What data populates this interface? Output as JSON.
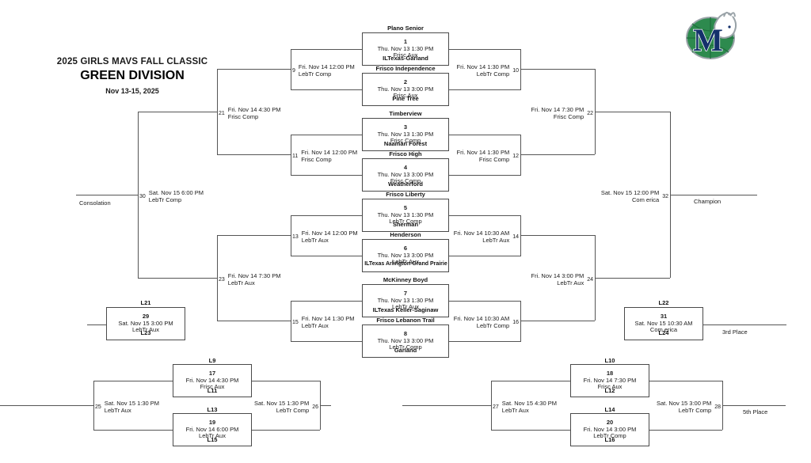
{
  "header": {
    "tournament_title": "2025 GIRLS MAVS FALL CLASSIC",
    "division": "GREEN DIVISION",
    "dates": "Nov 13-15, 2025",
    "logo_name": "mavs-horse-logo",
    "logo_colors": {
      "green": "#2d8a4e",
      "navy": "#14306b",
      "white": "#ffffff"
    }
  },
  "round1": [
    {
      "num": "1",
      "top": "Plano Senior",
      "bottom": "ILTexas-Garland",
      "when": "Thu. Nov 13 1:30 PM",
      "venue": "Frisc Aux"
    },
    {
      "num": "2",
      "top": "Frisco Independence",
      "bottom": "Pine Tree",
      "when": "Thu. Nov 13 3:00 PM",
      "venue": "Frisc Aux"
    },
    {
      "num": "3",
      "top": "Timberview",
      "bottom": "Naaman Forest",
      "when": "Thu. Nov 13 1:30 PM",
      "venue": "Frisc Comp"
    },
    {
      "num": "4",
      "top": "Frisco High",
      "bottom": "Weatherford",
      "when": "Thu. Nov 13 3:00 PM",
      "venue": "Frisc Comp"
    },
    {
      "num": "5",
      "top": "Frisco Liberty",
      "bottom": "Sherman",
      "when": "Thu. Nov 13 1:30 PM",
      "venue": "LebTr Comp"
    },
    {
      "num": "6",
      "top": "Henderson",
      "bottom": "ILTexas Arlington-Grand Prairie",
      "when": "Thu. Nov 13 3:00 PM",
      "venue": "LebTr Aux"
    },
    {
      "num": "7",
      "top": "McKinney Boyd",
      "bottom": "ILTexas Keller-Saginaw",
      "when": "Thu. Nov 13 1:30 PM",
      "venue": "LebTr Aux"
    },
    {
      "num": "8",
      "top": "Frisco Lebanon Trail",
      "bottom": "Garland",
      "when": "Thu. Nov 13 3:00 PM",
      "venue": "LebTr Comp"
    }
  ],
  "winners_left": [
    {
      "num": "9",
      "when": "Fri. Nov 14 12:00 PM",
      "venue": "LebTr Comp"
    },
    {
      "num": "11",
      "when": "Fri. Nov 14 12:00 PM",
      "venue": "Frisc Comp"
    },
    {
      "num": "13",
      "when": "Fri. Nov 14 12:00 PM",
      "venue": "LebTr Aux"
    },
    {
      "num": "15",
      "when": "Fri. Nov 14 1:30 PM",
      "venue": "LebTr Aux"
    }
  ],
  "winners_right": [
    {
      "num": "10",
      "when": "Fri. Nov 14 1:30 PM",
      "venue": "LebTr Comp"
    },
    {
      "num": "12",
      "when": "Fri. Nov 14 1:30 PM",
      "venue": "Frisc Comp"
    },
    {
      "num": "14",
      "when": "Fri. Nov 14 10:30 AM",
      "venue": "LebTr Aux"
    },
    {
      "num": "16",
      "when": "Fri. Nov 14 10:30 AM",
      "venue": "LebTr Comp"
    }
  ],
  "semis_left": [
    {
      "num": "21",
      "when": "Fri. Nov 14 4:30 PM",
      "venue": "Frisc Comp"
    },
    {
      "num": "23",
      "when": "Fri. Nov 14 7:30 PM",
      "venue": "LebTr Aux"
    }
  ],
  "semis_right": [
    {
      "num": "22",
      "when": "Fri. Nov 14 7:30 PM",
      "venue": "Frisc Comp"
    },
    {
      "num": "24",
      "when": "Fri. Nov 14 3:00 PM",
      "venue": "LebTr Aux"
    }
  ],
  "consolation_final": {
    "num": "30",
    "when": "Sat. Nov 15 6:00 PM",
    "venue": "LebTr Comp",
    "label": "Consolation"
  },
  "championship": {
    "num": "32",
    "when": "Sat. Nov 15 12:00 PM",
    "venue": "Com erica",
    "label": "Champion"
  },
  "third_place": {
    "num": "31",
    "top": "L22",
    "bottom": "L24",
    "when": "Sat. Nov 15 10:30 AM",
    "venue": "Com erica",
    "label": "3rd Place"
  },
  "fifth_place_label": "5th Place",
  "consolation_box_29": {
    "num": "29",
    "top": "L21",
    "bottom": "L23",
    "when": "Sat. Nov 15 3:00 PM",
    "venue": "LebTr Aux"
  },
  "lower_left": {
    "entry": {
      "num": "25",
      "when": "Sat. Nov 15 1:30 PM",
      "venue": "LebTr Aux"
    },
    "exit": {
      "num": "26",
      "when": "Sat. Nov 15 1:30 PM",
      "venue": "LebTr Comp"
    },
    "boxes": [
      {
        "num": "17",
        "top": "L9",
        "bottom": "L11",
        "when": "Fri. Nov 14 4:30 PM",
        "venue": "Frisc Aux"
      },
      {
        "num": "19",
        "top": "L13",
        "bottom": "L15",
        "when": "Fri. Nov 14 6:00 PM",
        "venue": "LebTr Aux"
      }
    ]
  },
  "lower_right": {
    "entry": {
      "num": "27",
      "when": "Sat. Nov 15 4:30 PM",
      "venue": "LebTr Aux"
    },
    "exit": {
      "num": "28",
      "when": "Sat. Nov 15 3:00 PM",
      "venue": "LebTr Comp"
    },
    "boxes": [
      {
        "num": "18",
        "top": "L10",
        "bottom": "L12",
        "when": "Fri. Nov 14 7:30 PM",
        "venue": "Frisc Aux"
      },
      {
        "num": "20",
        "top": "L14",
        "bottom": "L16",
        "when": "Fri. Nov 14 3:00 PM",
        "venue": "LebTr Comp"
      }
    ]
  }
}
